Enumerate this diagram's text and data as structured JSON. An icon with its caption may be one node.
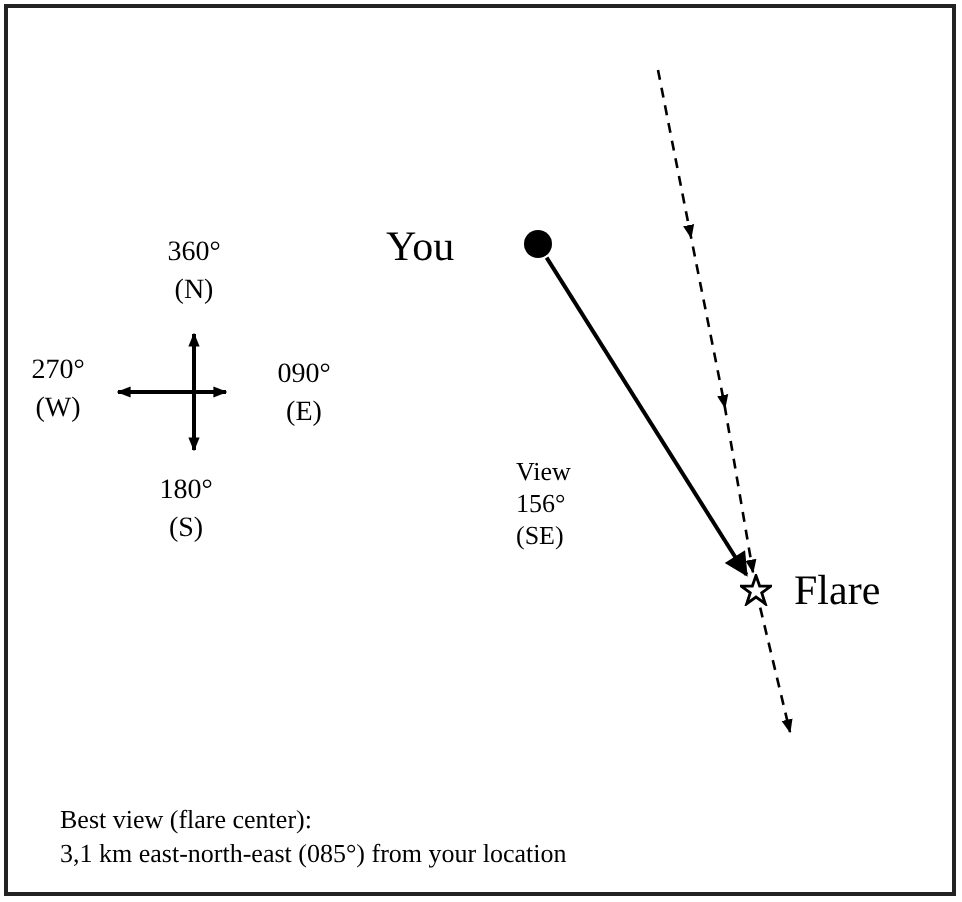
{
  "diagram": {
    "nodes": [
      {
        "text": [],
        "shape": "circle",
        "beside": [
          "You"
        ]
      },
      {
        "text": [],
        "shape": "star",
        "beside": [
          "Flare"
        ]
      }
    ],
    "edges": [
      {
        "from": 0,
        "to": 1,
        "arrow": "to",
        "label": "View 156° (SE)"
      },
      {
        "from": null,
        "to": 1,
        "arrow": "to",
        "style": "dashed"
      },
      {
        "from": 1,
        "to": null,
        "arrow": "to",
        "style": "dashed"
      }
    ],
    "labels": [
      "360° (N)",
      "270° (W)",
      "090° (E)",
      "180° (S)",
      "Best view (flare center):",
      "3,1 km east-north-east (085°) from your location"
    ]
  }
}
